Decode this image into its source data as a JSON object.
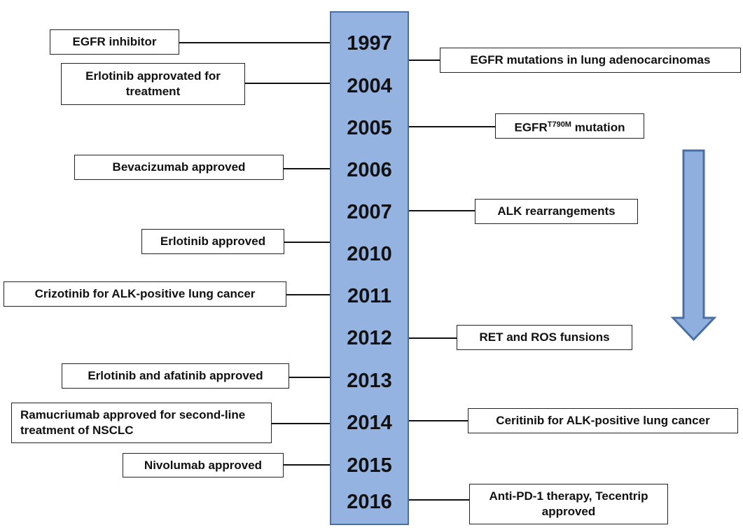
{
  "years": [
    "1997",
    "2004",
    "2005",
    "2006",
    "2007",
    "2010",
    "2011",
    "2012",
    "2013",
    "2014",
    "2015",
    "2016"
  ],
  "left_events": [
    {
      "text": "EGFR inhibitor"
    },
    {
      "text": "Erlotinib approvated for treatment"
    },
    {
      "text": "Bevacizumab approved"
    },
    {
      "text": "Erlotinib approved"
    },
    {
      "text": "Crizotinib for ALK-positive lung cancer"
    },
    {
      "text": "Erlotinib and afatinib approved"
    },
    {
      "text": "Ramucriumab approved for second-line treatment of NSCLC"
    },
    {
      "text": "Nivolumab approved"
    }
  ],
  "right_events": [
    {
      "text": "EGFR mutations in  lung adenocarcinomas"
    },
    {
      "text_main": "EGFR",
      "text_sup": "T790M",
      "text_tail": " mutation"
    },
    {
      "text": "ALK rearrangements"
    },
    {
      "text": "RET and ROS funsions"
    },
    {
      "text": "Ceritinib for ALK-positive lung cancer"
    },
    {
      "text": "Anti-PD-1 therapy, Tecentrip approved"
    }
  ],
  "colors": {
    "bar_fill": "#94b3e0",
    "bar_stroke": "#4a6fa5",
    "arrow_fill": "#8fb0df",
    "arrow_stroke": "#4a6fa5"
  },
  "icons": {
    "direction": "down-arrow-icon"
  }
}
